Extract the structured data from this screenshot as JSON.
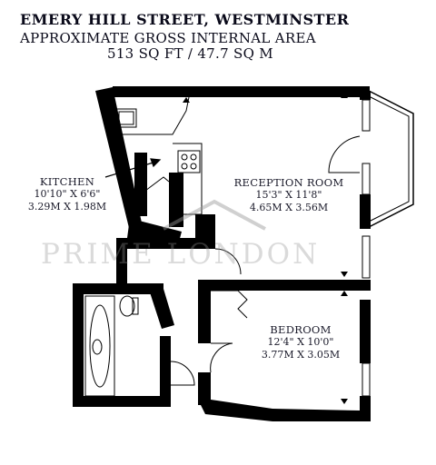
{
  "header": {
    "title": "EMERY HILL STREET, WESTMINSTER",
    "subtitle": "APPROXIMATE GROSS INTERNAL AREA",
    "area": "513 SQ FT / 47.7 SQ M"
  },
  "rooms": {
    "kitchen": {
      "name": "KITCHEN",
      "imperial": "10'10\" X 6'6\"",
      "metric": "3.29M X 1.98M"
    },
    "reception": {
      "name": "RECEPTION ROOM",
      "imperial": "15'3\" X 11'8\"",
      "metric": "4.65M X 3.56M"
    },
    "bedroom": {
      "name": "BEDROOM",
      "imperial": "12'4\" X 10'0\"",
      "metric": "3.77M X 3.05M"
    }
  },
  "watermark": "PRIME LONDON",
  "colors": {
    "wall": "#000000",
    "text": "#1a1a2a",
    "watermark": "#969696"
  }
}
